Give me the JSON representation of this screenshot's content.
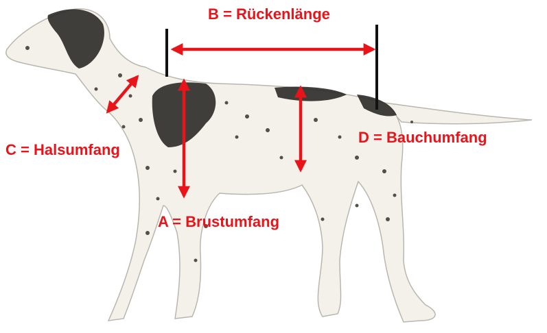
{
  "colors": {
    "annotation": "#e8141a",
    "bar": "#111111",
    "dog_body": "#f3f1ea",
    "dog_outline": "#b9b6ad",
    "dog_patch": "#2b2a28",
    "dog_spot": "#545049"
  },
  "labels": {
    "back_length": "B = Rückenlänge",
    "neck": "C = Halsumfang",
    "belly": "D = Bauchumfang",
    "chest": "A = Brustumfang"
  }
}
